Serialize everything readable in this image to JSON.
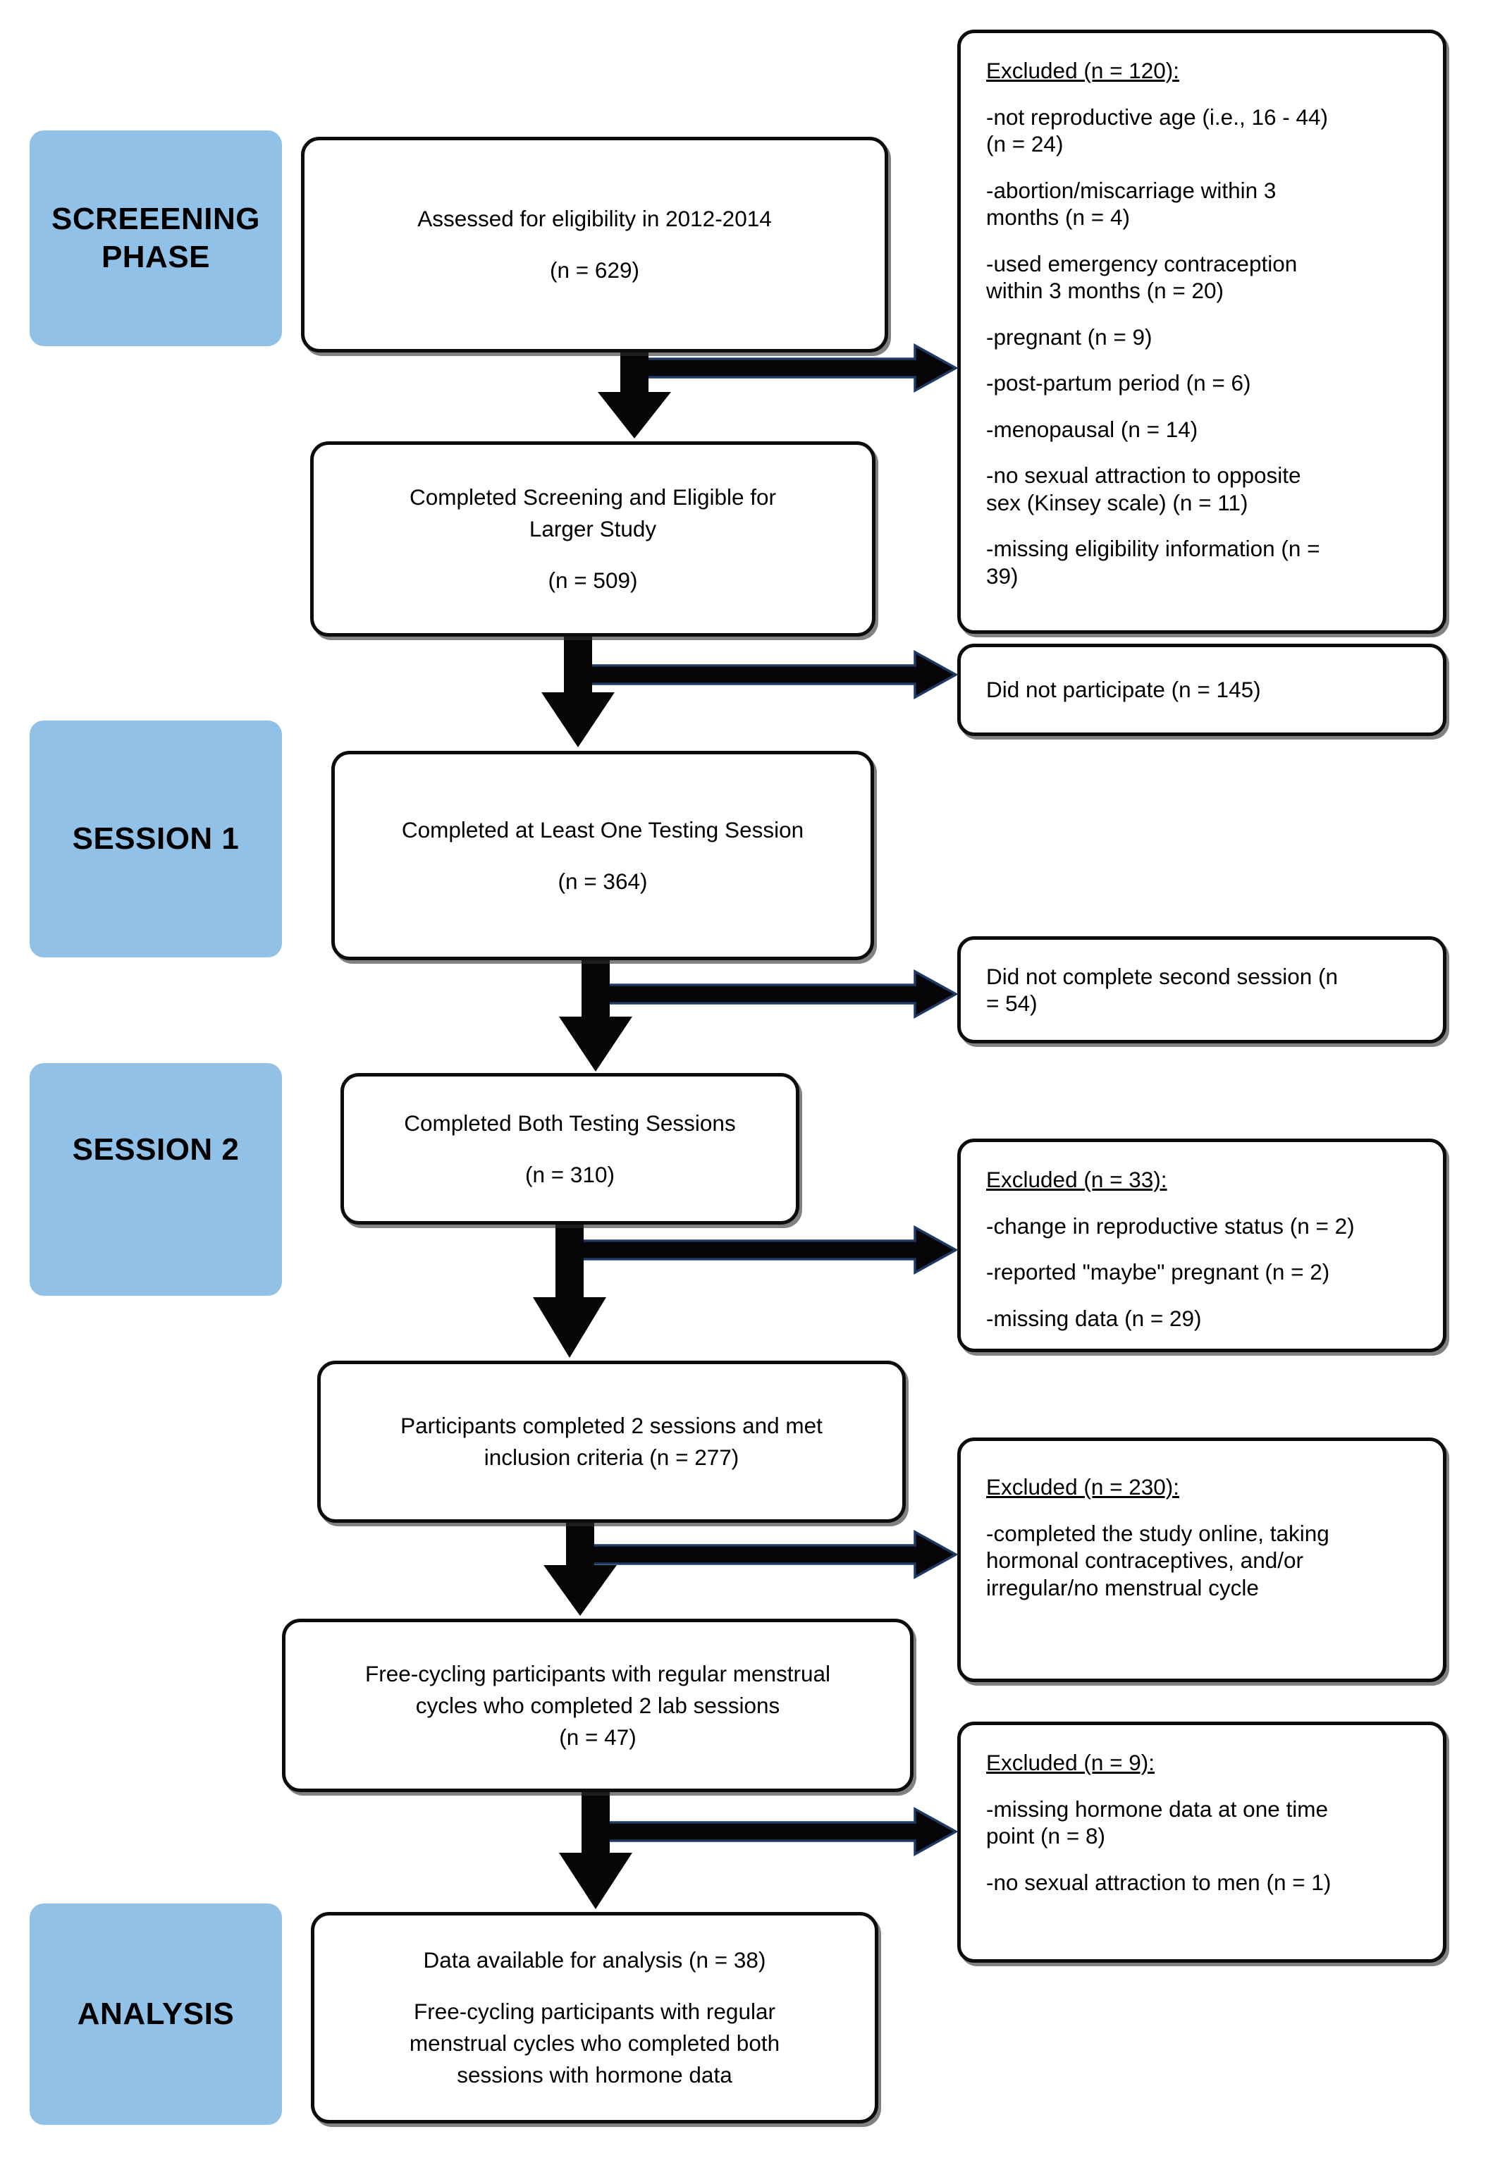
{
  "palette": {
    "phase_label_blue": "#92C1E8",
    "arrow_black": "#060606",
    "arrow_navy_outline": "#1F3864",
    "box_border_black": "#0c0c0c",
    "background": "#ffffff"
  },
  "phases": [
    {
      "label": "SCREEENING\nPHASE"
    },
    {
      "label": "SESSION 1"
    },
    {
      "label": "SESSION 2"
    },
    {
      "label": "ANALYSIS"
    }
  ],
  "flow": [
    {
      "paragraphs": [
        "Assessed for eligibility in 2012-2014",
        "(n = 629)"
      ]
    },
    {
      "paragraphs": [
        "Completed Screening and Eligible for\nLarger Study",
        "(n = 509)"
      ]
    },
    {
      "paragraphs": [
        "Completed at Least One Testing Session",
        "(n = 364)"
      ]
    },
    {
      "paragraphs": [
        "Completed Both Testing Sessions",
        "(n = 310)"
      ]
    },
    {
      "paragraphs": [
        "Participants completed 2 sessions and met\ninclusion criteria (n = 277)"
      ]
    },
    {
      "paragraphs": [
        "Free-cycling participants with regular menstrual\ncycles who completed 2 lab sessions\n(n = 47)"
      ]
    },
    {
      "paragraphs": [
        "Data available for analysis (n = 38)",
        "Free-cycling participants with regular\nmenstrual cycles who completed both\nsessions with hormone data"
      ]
    }
  ],
  "side": [
    {
      "title": "Excluded (n = 120):",
      "items": [
        "-not reproductive age (i.e., 16 - 44)\n(n = 24)",
        "-abortion/miscarriage within 3\nmonths (n = 4)",
        "-used emergency contraception\nwithin 3 months (n = 20)",
        "-pregnant (n = 9)",
        "-post-partum period (n = 6)",
        "-menopausal (n = 14)",
        "-no sexual attraction to opposite\nsex (Kinsey scale) (n = 11)",
        "-missing eligibility information (n =\n39)"
      ]
    },
    {
      "items": [
        "Did not participate (n = 145)"
      ]
    },
    {
      "items": [
        "Did not complete second session (n\n= 54)"
      ]
    },
    {
      "title": "Excluded (n = 33):",
      "items": [
        "-change in reproductive status (n = 2)",
        "-reported \"maybe\" pregnant (n = 2)",
        "-missing data (n = 29)"
      ]
    },
    {
      "title": "Excluded (n = 230):",
      "items": [
        "-completed the study online, taking\nhormonal contraceptives,   and/or\nirregular/no menstrual cycle"
      ]
    },
    {
      "title": "Excluded (n = 9):",
      "items": [
        "-missing hormone data at one time\npoint (n = 8)",
        "-no sexual attraction to men (n = 1)"
      ]
    }
  ]
}
